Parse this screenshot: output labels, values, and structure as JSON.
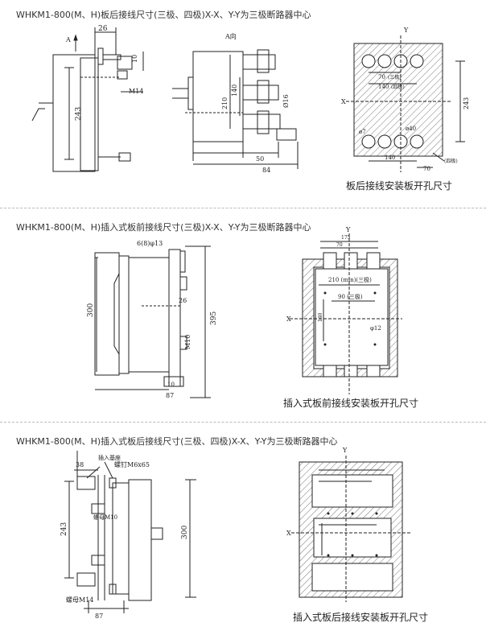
{
  "sections": [
    {
      "title": "WHKM1-800(M、H)板后接线尺寸(三极、四极)X-X、Y-Y为三极断路器中心",
      "caption": "板后接线安装板开孔尺寸",
      "dims": {
        "A_left": "A",
        "A_view": "A向",
        "d26": "26",
        "d10": "10",
        "m14": "M14",
        "d243": "243",
        "d210": "210",
        "d140": "140",
        "phi16": "Ø16",
        "d50": "50",
        "d84": "84",
        "d70a": "70",
        "sanji": "(三极)",
        "d140b": "140",
        "siji": "(四极)",
        "phi40": "ø40",
        "phi7": "ø7",
        "d243b": "243",
        "d140c": "140",
        "d70c": "70",
        "siji2": "(四极)",
        "X": "X",
        "Y": "Y"
      }
    },
    {
      "title": "WHKM1-800(M、H)插入式板前接线尺寸(三极)X-X、Y-Y为三极断路器中心",
      "caption": "插入式板前接线安装板开孔尺寸",
      "dims": {
        "d6_13": "6(8)φ13",
        "d26": "26",
        "d300": "300",
        "d395": "395",
        "m10": "M10",
        "d10": "10",
        "d87": "87",
        "d175": "175",
        "d70": "70",
        "d210": "210 (min)(三极)",
        "d90": "90 (三极)",
        "phi12": "φ12",
        "d140": "140",
        "X": "X",
        "Y": "Y"
      }
    },
    {
      "title": "WHKM1-800(M、H)插入式板后接线尺寸(三极、四极)X-X、Y-Y为三极断路器中心",
      "caption": "插入式板后接线安装板开孔尺寸",
      "dims": {
        "d38": "38",
        "chaban": "插入基座",
        "luoding": "螺钉M6x65",
        "luomu10": "螺母M10",
        "d243": "243",
        "d300": "300",
        "luomu14": "螺母M14",
        "d87": "87",
        "X": "X",
        "Y": "Y"
      }
    }
  ]
}
